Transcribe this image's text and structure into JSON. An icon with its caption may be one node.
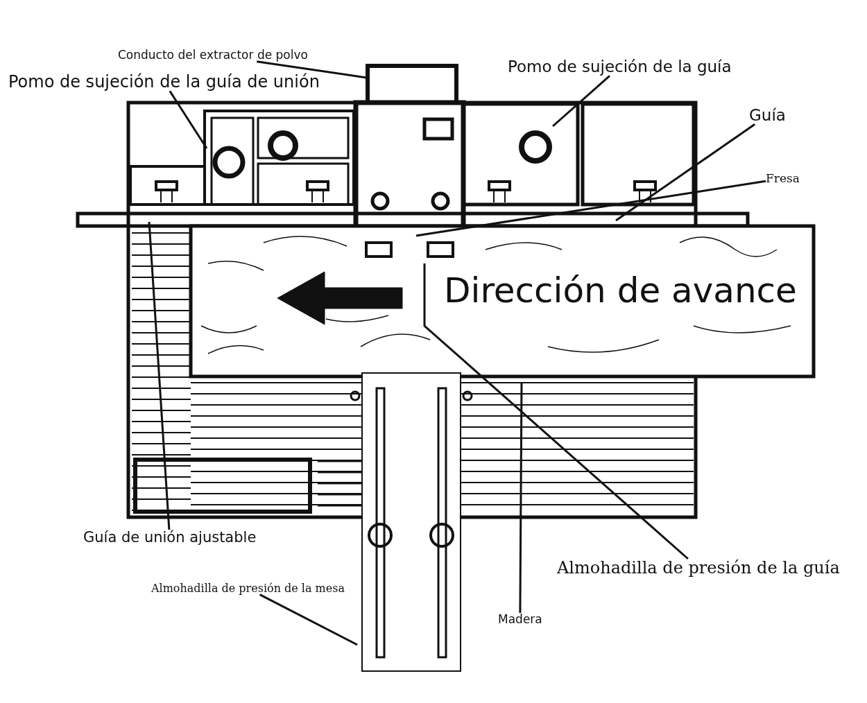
{
  "diagram": {
    "nodes": [
      {
        "text": [
          "Conducto del extractor de polvo"
        ]
      },
      {
        "text": [
          "Pomo de sujeción de la guía de unión"
        ]
      },
      {
        "text": [
          "Pomo de sujeción de la guía"
        ]
      },
      {
        "text": [
          "Guía"
        ]
      },
      {
        "text": [
          "Fresa"
        ]
      },
      {
        "text": [
          "Guía de unión ajustable"
        ]
      },
      {
        "text": [
          "Almohadilla de presión de la guía"
        ]
      },
      {
        "text": [
          "Almohadilla de presión de la mesa"
        ]
      },
      {
        "text": [
          "Madera"
        ]
      }
    ],
    "edges": [
      {
        "from": 0,
        "to": null,
        "arrow": "none"
      },
      {
        "from": 1,
        "to": null,
        "arrow": "none"
      },
      {
        "from": 2,
        "to": null,
        "arrow": "none"
      },
      {
        "from": 3,
        "to": null,
        "arrow": "none"
      },
      {
        "from": 4,
        "to": null,
        "arrow": "none"
      },
      {
        "from": 5,
        "to": null,
        "arrow": "none"
      },
      {
        "from": 6,
        "to": null,
        "arrow": "none"
      },
      {
        "from": 7,
        "to": null,
        "arrow": "none"
      },
      {
        "from": 8,
        "to": null,
        "arrow": "none"
      }
    ],
    "labels": [
      "Dirección de avance"
    ]
  }
}
